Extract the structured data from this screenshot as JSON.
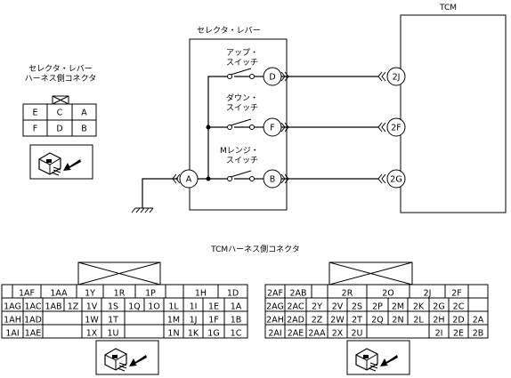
{
  "tcm": {
    "title": "TCM"
  },
  "selector": {
    "title": "セレクタ・レバー"
  },
  "selector_connector": {
    "title_line1": "セレクタ・レバー",
    "title_line2": "ハーネス側コネクタ",
    "cells": [
      [
        "E",
        "C",
        "A"
      ],
      [
        "F",
        "D",
        "B"
      ]
    ]
  },
  "switches": [
    {
      "label_line1": "アップ・",
      "label_line2": "スイッチ",
      "pin": "D",
      "tcm_pin": "2J"
    },
    {
      "label_line1": "ダウン・",
      "label_line2": "スイッチ",
      "pin": "F",
      "tcm_pin": "2F"
    },
    {
      "label_line1": "Mレンジ・",
      "label_line2": "スイッチ",
      "pin": "B",
      "tcm_pin": "2G"
    }
  ],
  "common_pin": "A",
  "tcm_connector": {
    "title": "TCMハーネス側コネクタ",
    "left_rows": [
      [
        "1AF",
        "1AA",
        "1Y",
        "1R",
        "1P",
        "1H",
        "1D"
      ],
      [
        "1AG",
        "1AC",
        "1AB",
        "1Z",
        "1V",
        "1S",
        "1Q",
        "1O",
        "1L",
        "1I",
        "1E",
        "1A"
      ],
      [
        "1AH",
        "1AD",
        "1W",
        "1T",
        "1M",
        "1J",
        "1F",
        "1B"
      ],
      [
        "1AI",
        "1AE",
        "1X",
        "1U",
        "1N",
        "1K",
        "1G",
        "1C"
      ]
    ],
    "right_rows": [
      [
        "2AF",
        "2AB",
        "2R",
        "2O",
        "2J",
        "2F"
      ],
      [
        "2AG",
        "2AC",
        "2Y",
        "2V",
        "2S",
        "2P",
        "2M",
        "2K",
        "2G",
        "2C"
      ],
      [
        "2AH",
        "2AD",
        "2Z",
        "2W",
        "2T",
        "2Q",
        "2N",
        "2L",
        "2H",
        "2D",
        "2A"
      ],
      [
        "2AI",
        "2AE",
        "2AA",
        "2X",
        "2U",
        "2I",
        "2E",
        "2B"
      ]
    ]
  }
}
